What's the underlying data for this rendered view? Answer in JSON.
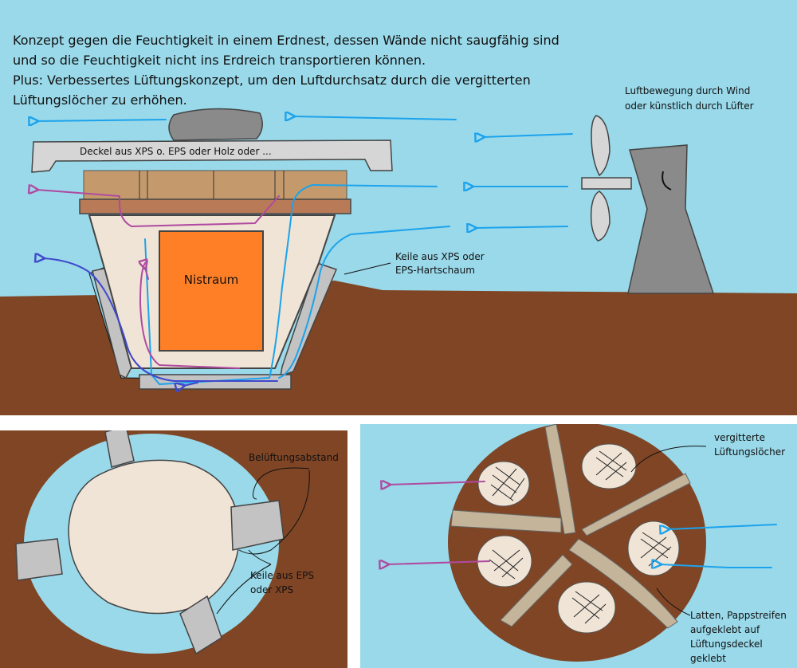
{
  "intro": {
    "lines": [
      "Konzept gegen die Feuchtigkeit in einem Erdnest, dessen Wände nicht saugfähig sind",
      "und so die Feuchtigkeit nicht ins Erdreich transportieren können.",
      "Plus: Verbessertes Lüftungskonzept, um den Luftdurchsatz durch die vergitterten",
      "Lüftungslöcher zu erhöhen."
    ]
  },
  "labels": {
    "lid": "Deckel aus XPS o. EPS oder Holz oder ...",
    "nest": "Nistraum",
    "wind": [
      "Luftbewegung durch Wind",
      "oder künstlich durch Lüfter"
    ],
    "wedges_top": [
      "Keile aus XPS oder",
      "EPS-Hartschaum"
    ],
    "ventilation_gap": "Belüftungsabstand",
    "wedges_bottom": [
      "Keile aus EPS",
      "oder XPS"
    ],
    "grated_holes": [
      "vergitterte",
      "Lüftungslöcher"
    ],
    "slats": [
      "Latten, Pappstreifen",
      "aufgeklebt auf",
      "Lüftungsdeckel",
      "geklebt"
    ]
  },
  "colors": {
    "sky": "#99D9EA",
    "earth": "#7F4525",
    "air_blue": "#1CA3EC",
    "air_magenta": "#B04AA0",
    "air_indigo": "#3F48CC",
    "insulation": "#EFE4D6",
    "nest_box": "#FF7F27",
    "wedge": "#C3C3C3",
    "wood": "#C49A6C",
    "frame": "#B97A57",
    "lid": "#D6D6D6",
    "stone": "#8A8A8A"
  },
  "icons": {
    "fan": "fan-icon",
    "stone": "stone-icon"
  }
}
